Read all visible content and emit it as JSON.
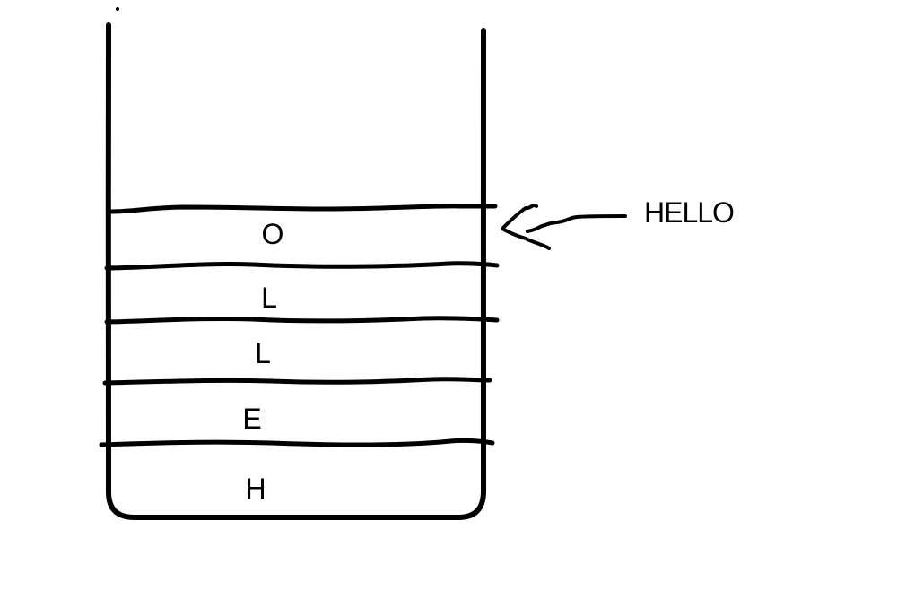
{
  "diagram": {
    "kind": "hand-drawn stack of letters in an open container",
    "stack": {
      "items_top_to_bottom": [
        "O",
        "L",
        "L",
        "E",
        "H"
      ]
    },
    "annotation": {
      "label": "HELLO",
      "points_to": "top cell (O)"
    },
    "colors": {
      "ink": "#000000",
      "background": "#ffffff"
    }
  }
}
